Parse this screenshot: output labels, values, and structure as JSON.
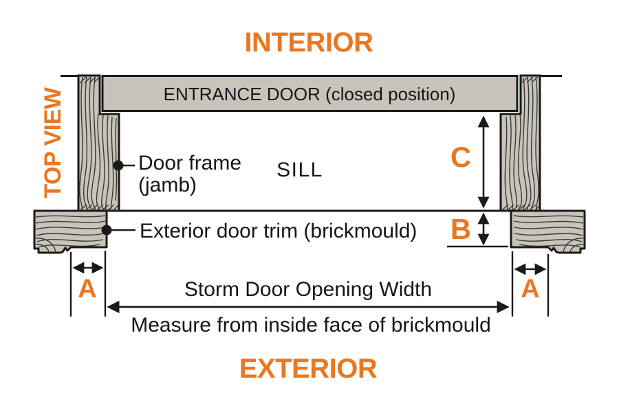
{
  "colors": {
    "accent_orange": "#E87822",
    "wood_fill": "#C8C4BB",
    "line_black": "#1A1A1A",
    "background": "#FFFFFF"
  },
  "header": {
    "interior": "INTERIOR"
  },
  "footer": {
    "exterior": "EXTERIOR"
  },
  "side": {
    "top_view": "TOP VIEW"
  },
  "parts": {
    "entrance_door": "ENTRANCE DOOR (closed position)",
    "sill": "SILL",
    "door_frame_line1": "Door frame",
    "door_frame_line2": "(jamb)",
    "exterior_trim": "Exterior door trim (brickmould)"
  },
  "dimensions": {
    "a_left": "A",
    "a_right": "A",
    "b": "B",
    "c": "C",
    "storm_width": "Storm Door Opening Width",
    "measure_note": "Measure from inside face of brickmould"
  }
}
